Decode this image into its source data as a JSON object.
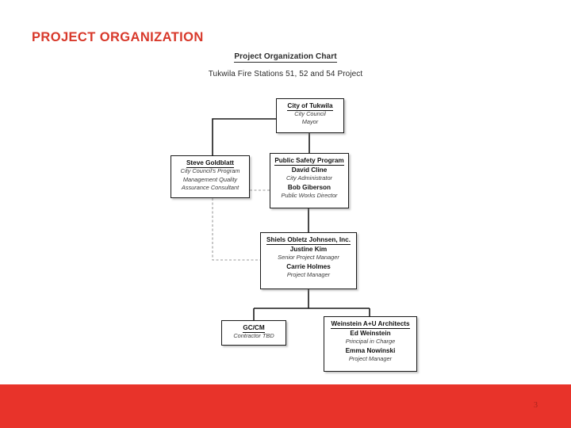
{
  "slide": {
    "title": "PROJECT ORGANIZATION",
    "title_color": "#D8392B",
    "page_number": "3",
    "footer_color": "#E8332A"
  },
  "chart": {
    "title": "Project Organization Chart",
    "subtitle": "Tukwila Fire Stations 51, 52 and 54 Project",
    "nodes": {
      "city": {
        "header": "City of Tukwila",
        "line1": "City Council",
        "line2": "Mayor"
      },
      "goldblatt": {
        "header": "Steve Goldblatt",
        "role_line1": "City Council's Program",
        "role_line2": "Management Quality",
        "role_line3": "Assurance Consultant"
      },
      "public_safety": {
        "header": "Public Safety Program",
        "name1": "David Cline",
        "role1": "City Administrator",
        "name2": "Bob Giberson",
        "role2": "Public Works Director"
      },
      "soj": {
        "header": "Shiels Obletz Johnsen, Inc.",
        "name1": "Justine Kim",
        "role1": "Senior Project Manager",
        "name2": "Carrie Holmes",
        "role2": "Project Manager"
      },
      "gccm": {
        "header": "GC/CM",
        "role1": "Contractor TBD"
      },
      "weinstein": {
        "header": "Weinstein A+U Architects",
        "name1": "Ed Weinstein",
        "role1": "Principal in Charge",
        "name2": "Emma Nowinski",
        "role2": "Project Manager"
      }
    }
  }
}
